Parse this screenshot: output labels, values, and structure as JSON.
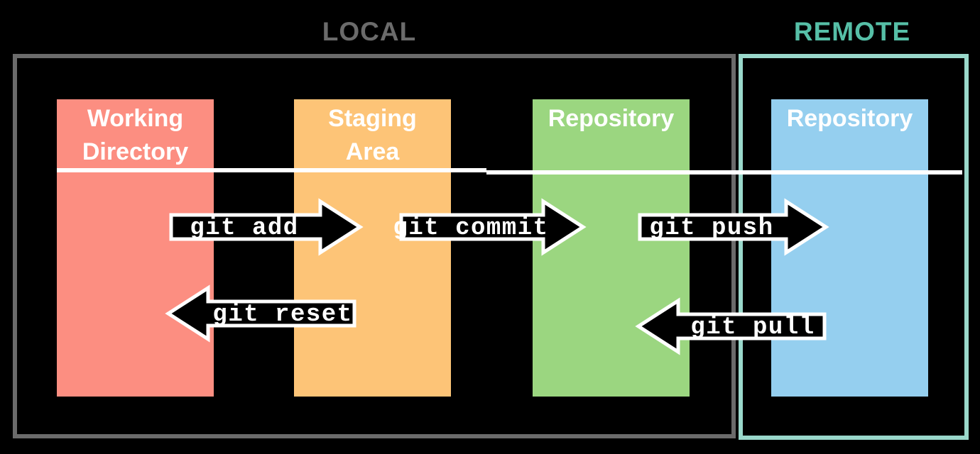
{
  "diagram": {
    "title": "Git workflow: local and remote areas",
    "background_color": "#000000"
  },
  "zones": [
    {
      "id": "local",
      "title": "LOCAL",
      "border_color": "#6b6b6b",
      "title_color": "#6b6b6b"
    },
    {
      "id": "remote",
      "title": "REMOTE",
      "border_color": "#9ad8cb",
      "title_color": "#56bfa7"
    }
  ],
  "stages": [
    {
      "id": "working-directory",
      "line1": "Working",
      "line2": "Directory",
      "color": "#fc8e81",
      "zone": "local"
    },
    {
      "id": "staging-area",
      "line1": "Staging",
      "line2": "Area",
      "color": "#fdc477",
      "zone": "local"
    },
    {
      "id": "local-repository",
      "line1": "Repository",
      "line2": "",
      "color": "#9bd680",
      "zone": "local"
    },
    {
      "id": "remote-repository",
      "line1": "Repository",
      "line2": "",
      "color": "#95cfef",
      "zone": "remote"
    }
  ],
  "commands": [
    {
      "id": "git-add",
      "label": "git add",
      "direction": "right",
      "from": "working-directory",
      "to": "staging-area"
    },
    {
      "id": "git-commit",
      "label": "git commit",
      "direction": "right",
      "from": "staging-area",
      "to": "local-repository"
    },
    {
      "id": "git-push",
      "label": "git push",
      "direction": "right",
      "from": "local-repository",
      "to": "remote-repository"
    },
    {
      "id": "git-reset",
      "label": "git reset",
      "direction": "left",
      "from": "staging-area",
      "to": "working-directory"
    },
    {
      "id": "git-pull",
      "label": "git pull",
      "direction": "left",
      "from": "remote-repository",
      "to": "local-repository"
    }
  ],
  "divider": {
    "color": "#ffffff",
    "description": "white horizontal rule crossing all stage columns"
  }
}
